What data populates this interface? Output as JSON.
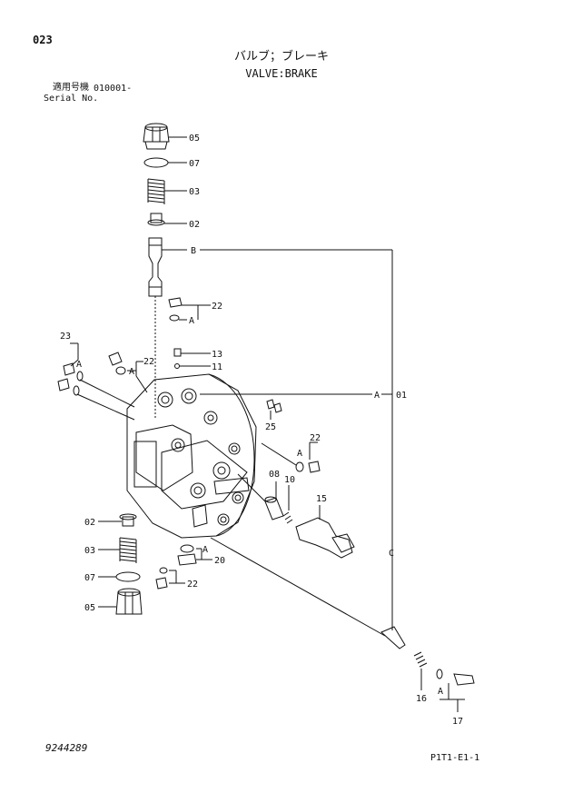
{
  "header": {
    "page_number": "023",
    "title_jp": "バルブ；ブレーキ",
    "title_en": "VALVE:BRAKE",
    "serial_label_jp": "適用号機",
    "serial_range": "010001-",
    "serial_label_en": "Serial No."
  },
  "footer": {
    "drawing_number": "9244289",
    "page_code": "P1T1-E1-1"
  },
  "callouts": {
    "c05_top": "05",
    "c07_top": "07",
    "c03_top": "03",
    "c02_top": "02",
    "cB": "B",
    "c22_a": "22",
    "cA_a": "A",
    "c13": "13",
    "c11": "11",
    "c23": "23",
    "cA_23": "A",
    "c22_b": "22",
    "cA_b": "A",
    "cA_01": "A",
    "c01": "01",
    "c25": "25",
    "c22_c": "22",
    "cA_c": "A",
    "c08": "08",
    "c10": "10",
    "c15": "15",
    "c02_bot": "02",
    "c03_bot": "03",
    "c07_bot": "07",
    "c05_bot": "05",
    "cA_20": "A",
    "c20": "20",
    "c22_d": "22",
    "cC": "C",
    "c16": "16",
    "cA_17": "A",
    "c17": "17"
  }
}
